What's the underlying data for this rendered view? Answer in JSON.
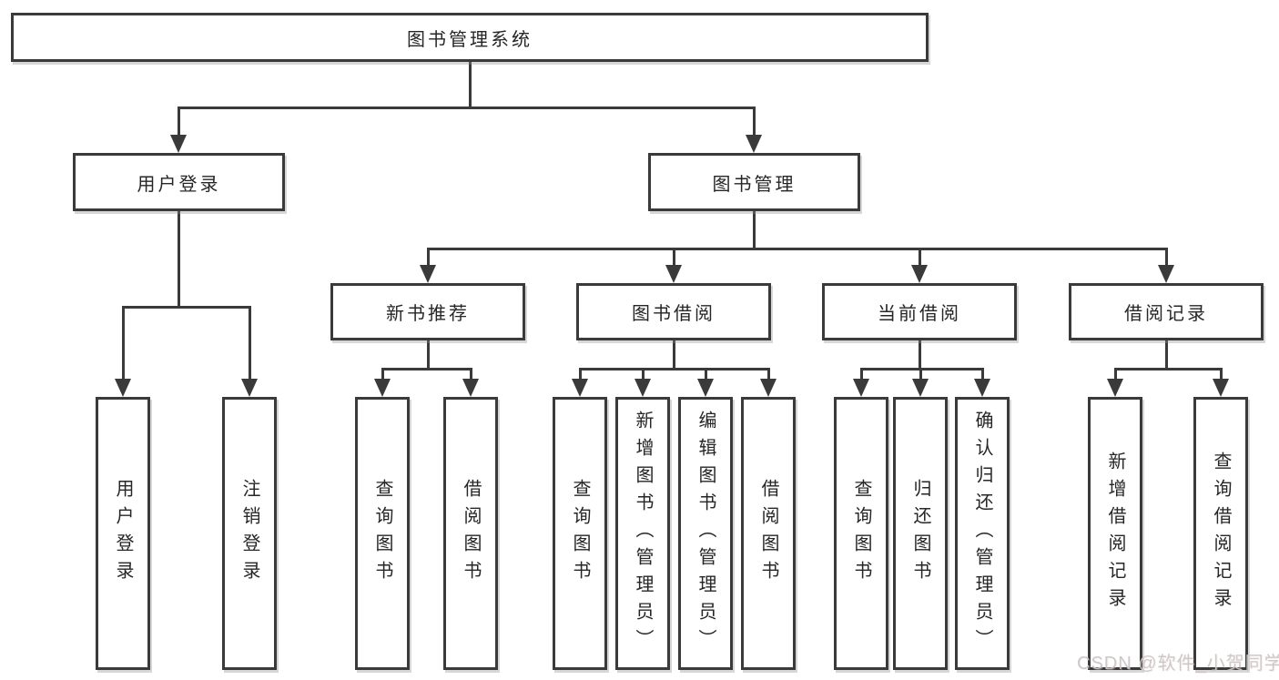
{
  "diagram": {
    "root": {
      "label": "图书管理系统"
    },
    "level1": [
      {
        "id": "user-login",
        "label": "用户登录"
      },
      {
        "id": "book-management",
        "label": "图书管理"
      }
    ],
    "level2": [
      {
        "id": "new-book-recommendation",
        "label": "新书推荐"
      },
      {
        "id": "book-borrowing",
        "label": "图书借阅"
      },
      {
        "id": "current-borrowing",
        "label": "当前借阅"
      },
      {
        "id": "borrowing-records",
        "label": "借阅记录"
      }
    ],
    "leaves": [
      {
        "id": "user-login-leaf",
        "label": "用户登录"
      },
      {
        "id": "logout",
        "label": "注销登录"
      },
      {
        "id": "query-books-recommend",
        "label": "查询图书"
      },
      {
        "id": "borrow-books-recommend",
        "label": "借阅图书"
      },
      {
        "id": "query-books-borrow",
        "label": "查询图书"
      },
      {
        "id": "add-books-admin",
        "label": "新增图书（管理员）"
      },
      {
        "id": "edit-books-admin",
        "label": "编辑图书（管理员）"
      },
      {
        "id": "borrow-books-borrow",
        "label": "借阅图书"
      },
      {
        "id": "query-books-current",
        "label": "查询图书"
      },
      {
        "id": "return-books",
        "label": "归还图书"
      },
      {
        "id": "confirm-return-admin",
        "label": "确认归还（管理员）"
      },
      {
        "id": "add-borrow-record",
        "label": "新增借阅记录"
      },
      {
        "id": "query-borrow-record",
        "label": "查询借阅记录"
      }
    ],
    "watermark": "CSDN @软件_小贺同学",
    "colors": {
      "line": "#3a3a3a",
      "text": "#262626",
      "background": "#ffffff",
      "watermark": "#c8c8c8"
    }
  }
}
